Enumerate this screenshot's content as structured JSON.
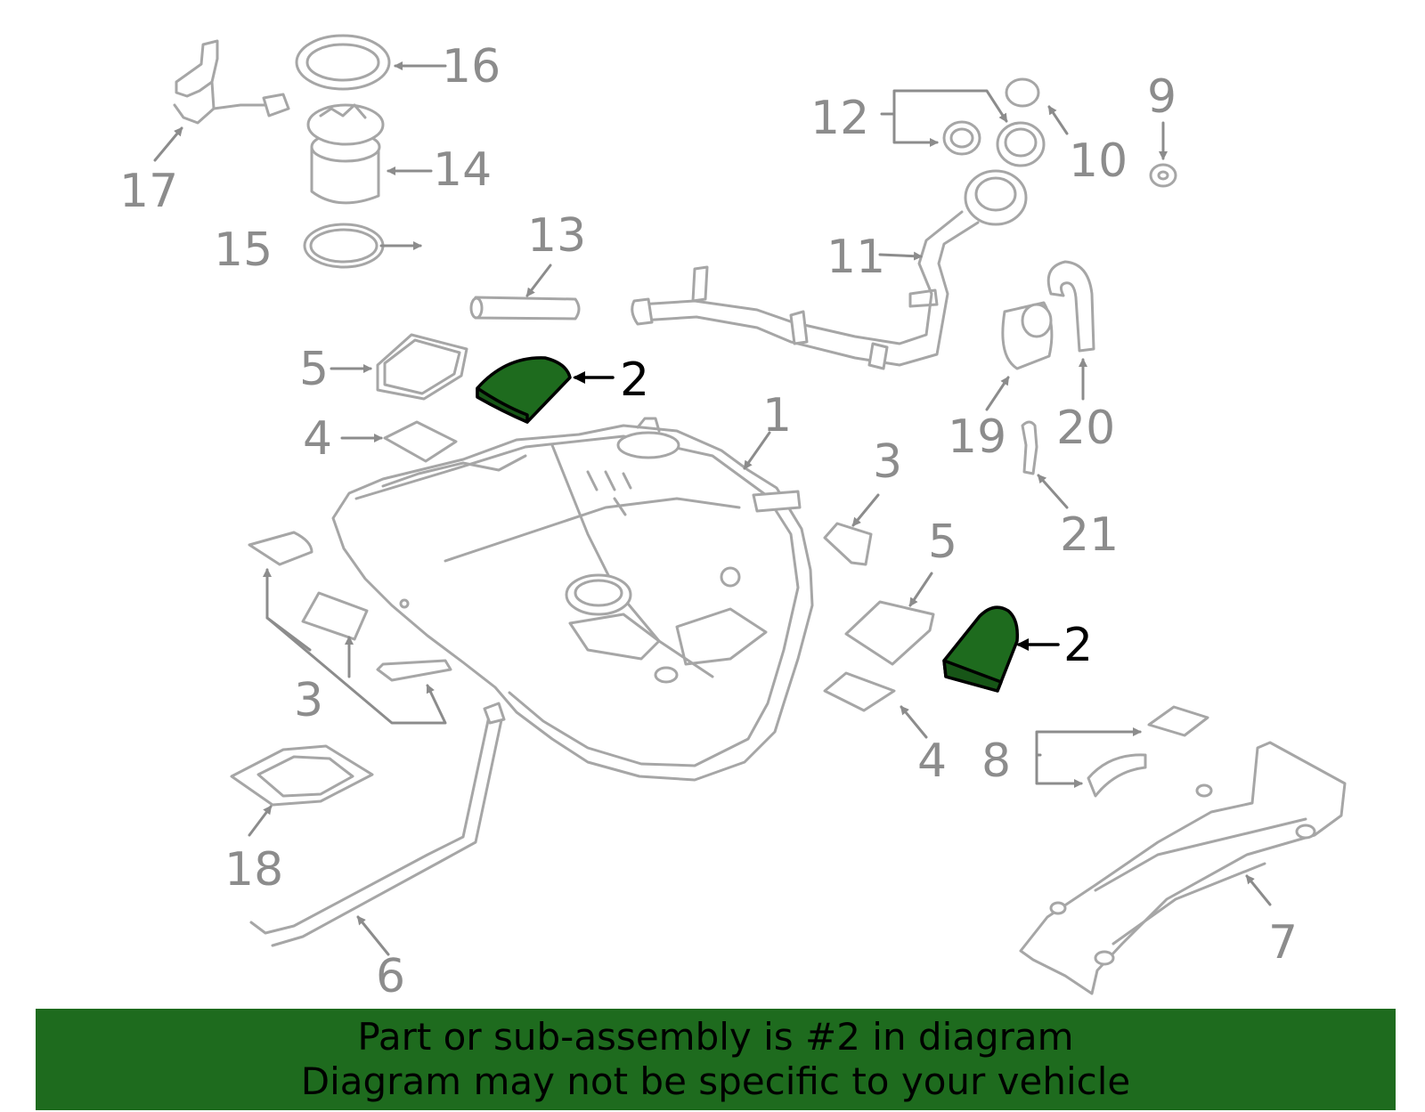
{
  "colors": {
    "highlight_fill": "#1e6b1e",
    "part_stroke": "#a6a6a6",
    "label_gray": "#8c8c8c",
    "label_highlight": "#000000"
  },
  "highlighted_part": "2",
  "callouts": {
    "c1": "1",
    "c2a": "2",
    "c2b": "2",
    "c3a": "3",
    "c3b": "3",
    "c4a": "4",
    "c4b": "4",
    "c5a": "5",
    "c5b": "5",
    "c6": "6",
    "c7": "7",
    "c8": "8",
    "c9": "9",
    "c10": "10",
    "c11": "11",
    "c12": "12",
    "c13": "13",
    "c14": "14",
    "c15": "15",
    "c16": "16",
    "c17": "17",
    "c18": "18",
    "c19": "19",
    "c20": "20",
    "c21": "21"
  },
  "banner": {
    "line1": "Part or sub-assembly is #2 in diagram",
    "line2": "Diagram may not be specific to your vehicle"
  }
}
